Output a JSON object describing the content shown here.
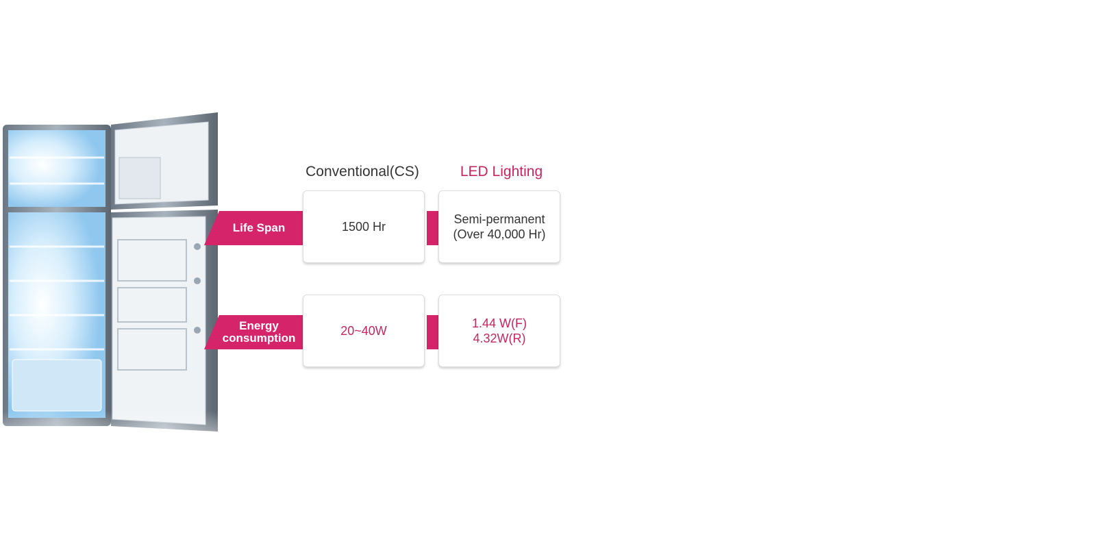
{
  "headers": {
    "conventional": "Conventional(CS)",
    "led": "LED Lighting"
  },
  "rows": [
    {
      "label": "Life Span",
      "conventional": "1500 Hr",
      "led_lines": [
        "Semi-permanent",
        "(Over 40,000 Hr)"
      ]
    },
    {
      "label_lines": [
        "Energy",
        "consumption"
      ],
      "conventional": "20~40W",
      "led_lines": [
        "1.44 W(F)",
        "4.32W(R)"
      ]
    }
  ],
  "colors": {
    "accent": "#d6246b",
    "accent_text": "#c8245f",
    "dark_text": "#333333"
  },
  "image": {
    "subject": "refrigerator-open-icon"
  }
}
